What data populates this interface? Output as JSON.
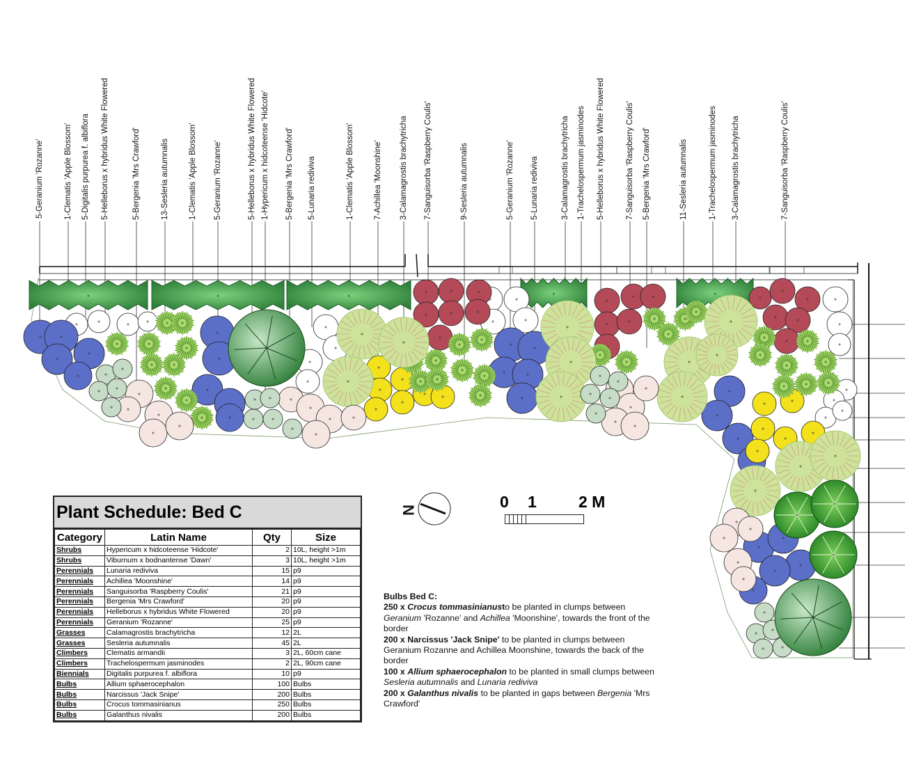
{
  "plant_labels": [
    "5-Geranium 'Rozanne'",
    "1-Clematis 'Apple Blossom'",
    "5-Digitalis purpurea f. albiflora",
    "5-Helleborus x hybridus White Flowered",
    "5-Bergenia 'Mrs Crawford'",
    "13-Sesleria autumnalis",
    "1-Clematis 'Apple Blossom'",
    "5-Geranium 'Rozanne'",
    "5-Helleborus x hybridus White Flowered",
    "1-Hypericum x hidcoteense 'Hidcote'",
    "5-Bergenia 'Mrs Crawford'",
    "5-Lunaria rediviva",
    "1-Clematis 'Apple Blossom'",
    "7-Achillea 'Moonshine'",
    "3-Calamagrostis brachytricha",
    "7-Sanguisorba 'Raspberry Coulis'",
    "9-Sesleria autumnalis",
    "5-Geranium 'Rozanne'",
    "5-Lunaria rediviva",
    "3-Calamagrostis brachytricha",
    "1-Trachelospermum jasminodes",
    "5-Helleborus x hybridus White Flowered",
    "7-Sanguisorba 'Raspberry Coulis'",
    "5-Bergenia 'Mrs Crawford'",
    "11-Sesleria autumnalis",
    "1-Trachelospermum jasminodes",
    "3-Calamagrostis brachytricha",
    "7-Sanguisorba 'Raspberry Coulis'"
  ],
  "schedule": {
    "title": "Plant Schedule: Bed C",
    "headers": [
      "Category",
      "Latin Name",
      "Qty",
      "Size"
    ],
    "rows": [
      {
        "category": "Shrubs",
        "name": "Hypericum x hidcoteense 'Hidcote'",
        "qty": "2",
        "size": "10L, height >1m"
      },
      {
        "category": "Shrubs",
        "name": "Viburnum x bodnantense 'Dawn'",
        "qty": "3",
        "size": "10L, height >1m"
      },
      {
        "category": "Perennials",
        "name": "Lunaria rediviva",
        "qty": "15",
        "size": "p9"
      },
      {
        "category": "Perennials",
        "name": "Achillea 'Moonshine'",
        "qty": "14",
        "size": "p9"
      },
      {
        "category": "Perennials",
        "name": "Sanguisorba 'Raspberry Coulis'",
        "qty": "21",
        "size": "p9"
      },
      {
        "category": "Perennials",
        "name": "Bergenia 'Mrs Crawford'",
        "qty": "20",
        "size": "p9"
      },
      {
        "category": "Perennials",
        "name": "Helleborus x hybridus White Flowered",
        "qty": "20",
        "size": "p9"
      },
      {
        "category": "Perennials",
        "name": "Geranium 'Rozanne'",
        "qty": "25",
        "size": "p9"
      },
      {
        "category": "Grasses",
        "name": "Calamagrostis brachytricha",
        "qty": "12",
        "size": "2L"
      },
      {
        "category": "Grasses",
        "name": "Sesleria autumnalis",
        "qty": "45",
        "size": "2L"
      },
      {
        "category": "Climbers",
        "name": "Clematis armandii",
        "qty": "3",
        "size": "2L, 60cm cane"
      },
      {
        "category": "Climbers",
        "name": "Trachelospermum jasminodes",
        "qty": "2",
        "size": "2L, 90cm cane"
      },
      {
        "category": "Biennials",
        "name": "Digitalis purpurea f. albiflora",
        "qty": "10",
        "size": "p9"
      },
      {
        "category": "Bulbs",
        "name": "Allium sphaerocephalon",
        "qty": "100",
        "size": "Bulbs"
      },
      {
        "category": "Bulbs",
        "name": "Narcissus 'Jack Snipe'",
        "qty": "200",
        "size": "Bulbs"
      },
      {
        "category": "Bulbs",
        "name": "Crocus tommasinianus",
        "qty": "250",
        "size": "Bulbs"
      },
      {
        "category": "Bulbs",
        "name": "Galanthus nivalis",
        "qty": "200",
        "size": "Bulbs"
      }
    ]
  },
  "bulb_notes": {
    "title": "Bulbs Bed C:",
    "n1_qty": "250 x ",
    "n1_name": "Crocus tommasinianus",
    "n1_t": "t",
    "n1_text1": "o be planted in clumps between ",
    "n1_i1": "Geranium",
    "n1_text2": " 'Rozanne' and ",
    "n1_i2": "Achillea",
    "n1_text3": " 'Moonshine', towards the front of the border",
    "n2_qty": "200 x ",
    "n2_name": "Narcissus 'Jack Snipe'",
    "n2_text": " to be planted in clumps between Geranium Rozanne and Achillea Moonshine, towards the back of the border",
    "n3_qty": "100 x ",
    "n3_name": "Allium sphaerocephalon",
    "n3_text1": " to be planted in small clumps between ",
    "n3_i1": "Sesleria autumnalis",
    "n3_text2": " and ",
    "n3_i2": "Lunaria rediviva",
    "n4_qty": "200 x ",
    "n4_name": "Galanthus nivalis",
    "n4_text1": " to be planted in gaps between ",
    "n4_i1": "Bergenia",
    "n4_text2": " 'Mrs Crawford'"
  },
  "scale_bar": {
    "zero": "0",
    "one": "1",
    "two": "2 M"
  },
  "north_arrow": {
    "letter": "N"
  },
  "colors": {
    "geranium": "#5b6fc9",
    "sanguisorba": "#b44a57",
    "achillea": "#f3e11c",
    "sesleria": "#a9dc6a",
    "calamagrostis": "#cde39a",
    "bergenia": "#f6e6e2",
    "helleborus": "#ffffff",
    "lunaria": "#c6dcc6",
    "clematis": "#3f9b4c",
    "shrub_dark": "#2c8a2c",
    "hypericum": "#6aad6a"
  }
}
